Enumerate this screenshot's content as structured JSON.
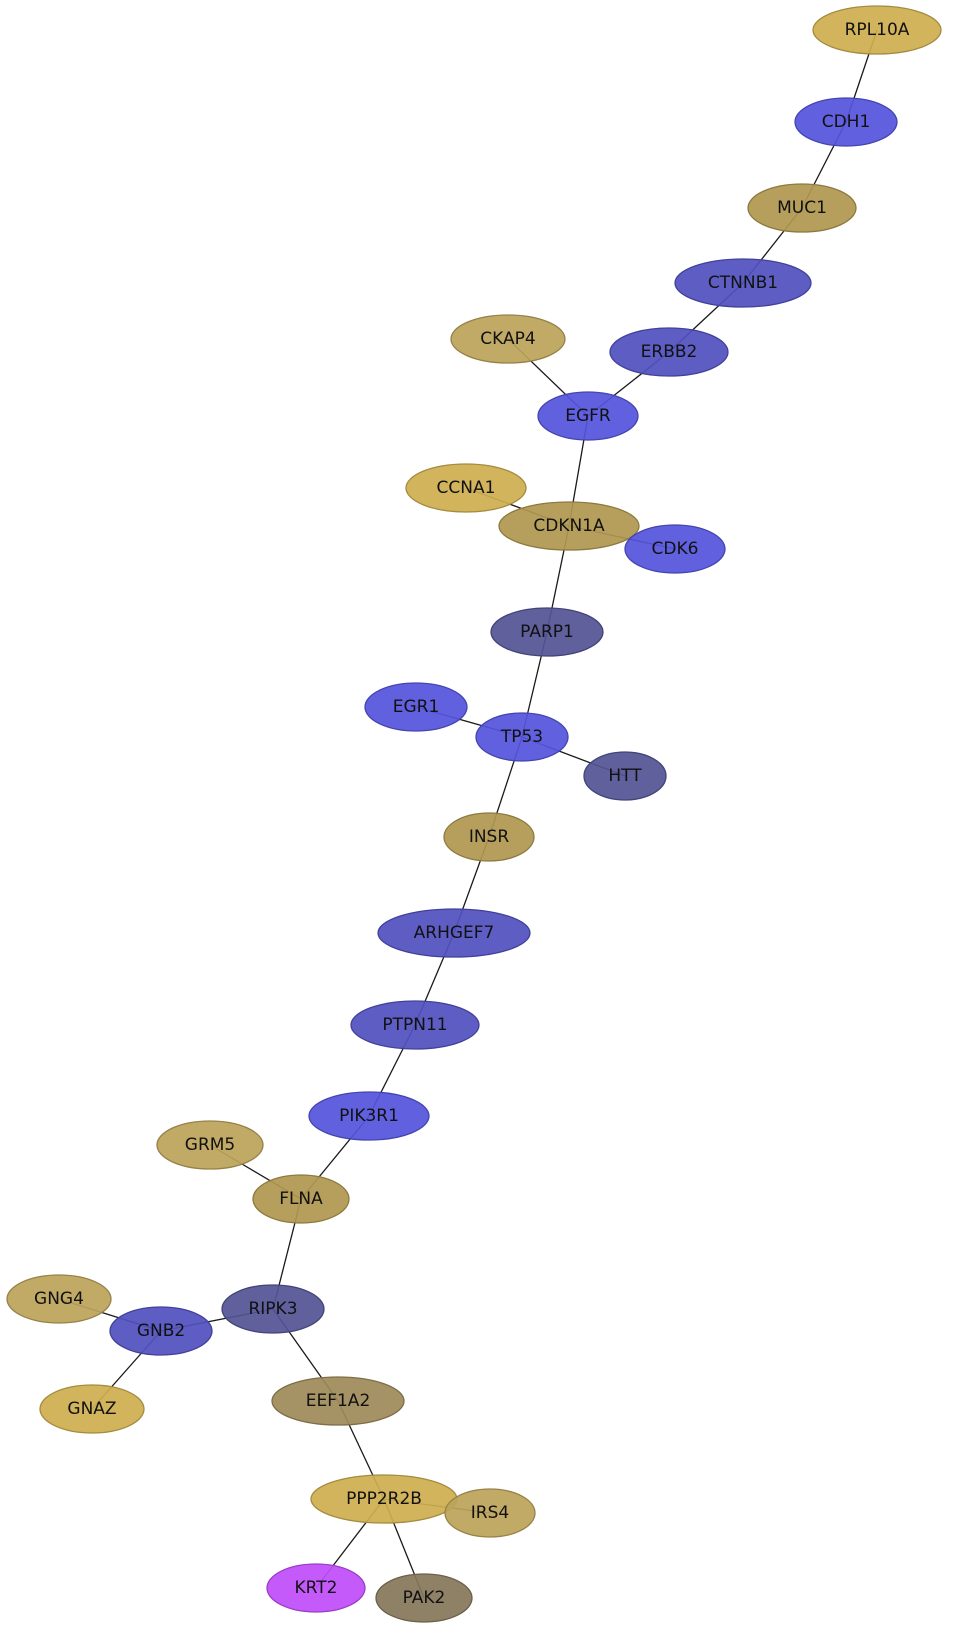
{
  "palette": {
    "blue": "#5555dd",
    "slate": "#545496",
    "indigo": "#5151c0",
    "gold": "#cdae4f",
    "tan": "#b09850",
    "sand": "#bca35a",
    "olive": "#9e8a59",
    "brown": "#86775a",
    "magenta": "#c04dfa"
  },
  "nodes": [
    {
      "id": "RPL10A",
      "label": "RPL10A",
      "color": "gold"
    },
    {
      "id": "CDH1",
      "label": "CDH1",
      "color": "blue"
    },
    {
      "id": "MUC1",
      "label": "MUC1",
      "color": "tan"
    },
    {
      "id": "CTNNB1",
      "label": "CTNNB1",
      "color": "indigo"
    },
    {
      "id": "ERBB2",
      "label": "ERBB2",
      "color": "indigo"
    },
    {
      "id": "CKAP4",
      "label": "CKAP4",
      "color": "sand"
    },
    {
      "id": "EGFR",
      "label": "EGFR",
      "color": "blue"
    },
    {
      "id": "CCNA1",
      "label": "CCNA1",
      "color": "gold"
    },
    {
      "id": "CDKN1A",
      "label": "CDKN1A",
      "color": "tan"
    },
    {
      "id": "CDK6",
      "label": "CDK6",
      "color": "blue"
    },
    {
      "id": "PARP1",
      "label": "PARP1",
      "color": "slate"
    },
    {
      "id": "EGR1",
      "label": "EGR1",
      "color": "blue"
    },
    {
      "id": "TP53",
      "label": "TP53",
      "color": "blue"
    },
    {
      "id": "HTT",
      "label": "HTT",
      "color": "slate"
    },
    {
      "id": "INSR",
      "label": "INSR",
      "color": "tan"
    },
    {
      "id": "ARHGEF7",
      "label": "ARHGEF7",
      "color": "indigo"
    },
    {
      "id": "PTPN11",
      "label": "PTPN11",
      "color": "indigo"
    },
    {
      "id": "PIK3R1",
      "label": "PIK3R1",
      "color": "blue"
    },
    {
      "id": "GRM5",
      "label": "GRM5",
      "color": "sand"
    },
    {
      "id": "FLNA",
      "label": "FLNA",
      "color": "tan"
    },
    {
      "id": "GNG4",
      "label": "GNG4",
      "color": "sand"
    },
    {
      "id": "RIPK3",
      "label": "RIPK3",
      "color": "slate"
    },
    {
      "id": "GNB2",
      "label": "GNB2",
      "color": "indigo"
    },
    {
      "id": "GNAZ",
      "label": "GNAZ",
      "color": "gold"
    },
    {
      "id": "EEF1A2",
      "label": "EEF1A2",
      "color": "olive"
    },
    {
      "id": "PPP2R2B",
      "label": "PPP2R2B",
      "color": "gold"
    },
    {
      "id": "IRS4",
      "label": "IRS4",
      "color": "sand"
    },
    {
      "id": "KRT2",
      "label": "KRT2",
      "color": "magenta"
    },
    {
      "id": "PAK2",
      "label": "PAK2",
      "color": "brown"
    }
  ],
  "edges": [
    [
      "RPL10A",
      "CDH1"
    ],
    [
      "CDH1",
      "MUC1"
    ],
    [
      "MUC1",
      "CTNNB1"
    ],
    [
      "CTNNB1",
      "ERBB2"
    ],
    [
      "ERBB2",
      "EGFR"
    ],
    [
      "CKAP4",
      "EGFR"
    ],
    [
      "EGFR",
      "CDKN1A"
    ],
    [
      "CCNA1",
      "CDKN1A"
    ],
    [
      "CDKN1A",
      "CDK6"
    ],
    [
      "CDKN1A",
      "PARP1"
    ],
    [
      "PARP1",
      "TP53"
    ],
    [
      "EGR1",
      "TP53"
    ],
    [
      "TP53",
      "HTT"
    ],
    [
      "TP53",
      "INSR"
    ],
    [
      "INSR",
      "ARHGEF7"
    ],
    [
      "ARHGEF7",
      "PTPN11"
    ],
    [
      "PTPN11",
      "PIK3R1"
    ],
    [
      "PIK3R1",
      "FLNA"
    ],
    [
      "GRM5",
      "FLNA"
    ],
    [
      "FLNA",
      "RIPK3"
    ],
    [
      "GNG4",
      "GNB2"
    ],
    [
      "GNB2",
      "RIPK3"
    ],
    [
      "GNB2",
      "GNAZ"
    ],
    [
      "RIPK3",
      "EEF1A2"
    ],
    [
      "EEF1A2",
      "PPP2R2B"
    ],
    [
      "PPP2R2B",
      "IRS4"
    ],
    [
      "PPP2R2B",
      "KRT2"
    ],
    [
      "PPP2R2B",
      "PAK2"
    ]
  ]
}
